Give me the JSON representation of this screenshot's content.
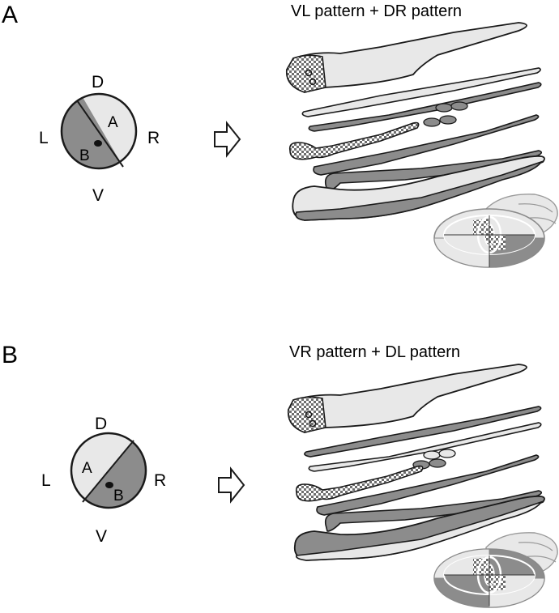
{
  "panels": [
    {
      "letter": "A",
      "title": "VL pattern + DR pattern",
      "compass": {
        "top": "D",
        "bottom": "V",
        "left": "L",
        "right": "R"
      },
      "region_labels": {
        "upper": "A",
        "lower": "B"
      }
    },
    {
      "letter": "B",
      "title": "VR pattern + DL pattern",
      "compass": {
        "top": "D",
        "bottom": "V",
        "left": "L",
        "right": "R"
      },
      "region_labels": {
        "upper": "A",
        "lower": "B"
      }
    }
  ],
  "colors": {
    "light_region": "#e8e8e8",
    "dark_region": "#8c8c8c",
    "outline": "#1a1a1a",
    "checker_a": "#ffffff",
    "checker_b": "#6e6e6e"
  }
}
